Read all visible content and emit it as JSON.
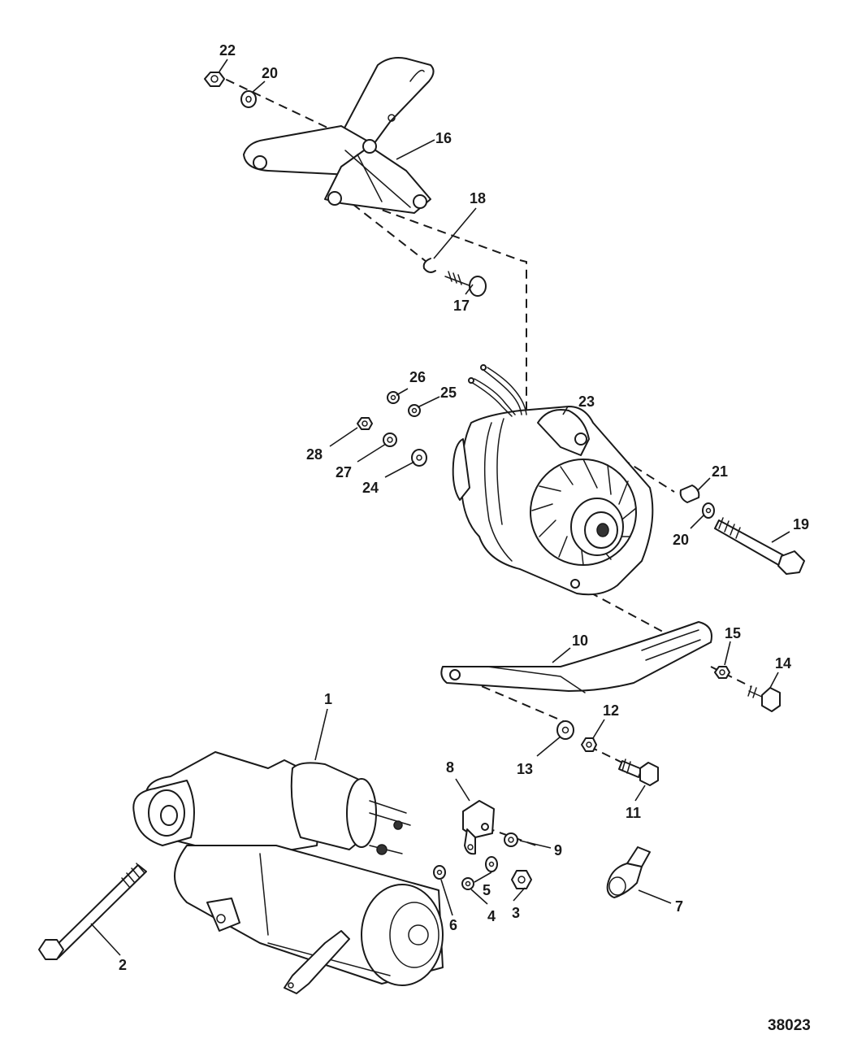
{
  "figure_number": "38023",
  "callouts": {
    "c1": "1",
    "c2": "2",
    "c3": "3",
    "c4": "4",
    "c5": "5",
    "c6": "6",
    "c7": "7",
    "c8": "8",
    "c9": "9",
    "c10": "10",
    "c11": "11",
    "c12": "12",
    "c13": "13",
    "c14": "14",
    "c15": "15",
    "c16": "16",
    "c17": "17",
    "c18": "18",
    "c19": "19",
    "c20a": "20",
    "c20b": "20",
    "c21": "21",
    "c22": "22",
    "c23": "23",
    "c24": "24",
    "c25": "25",
    "c26": "26",
    "c27": "27",
    "c28": "28"
  }
}
